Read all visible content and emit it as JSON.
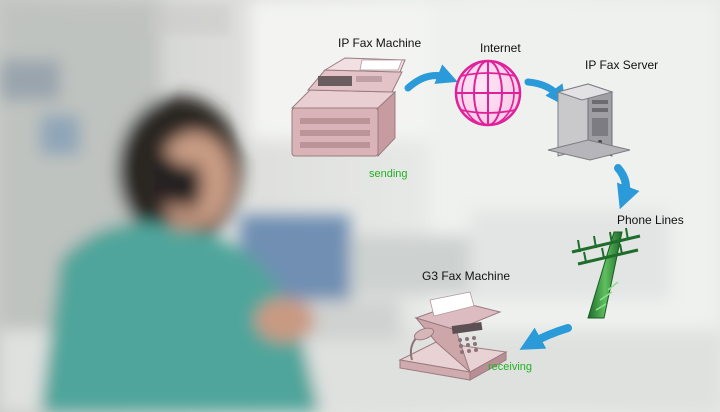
{
  "labels": {
    "ip_fax_machine": "IP Fax Machine",
    "internet": "Internet",
    "ip_fax_server": "IP Fax Server",
    "phone_lines": "Phone Lines",
    "g3_fax_machine": "G3 Fax Machine",
    "sending": "sending",
    "receiving": "receiving"
  },
  "icons": [
    "ip-fax-machine-icon",
    "globe-icon",
    "server-tower-icon",
    "phone-pole-icon",
    "g3-fax-machine-icon",
    "flow-arrow-icon"
  ],
  "colors": {
    "arrow": "#2a9ad8",
    "globe": "#e0229a",
    "fax_body": "#e6c4c7",
    "pole": "#2f8a3a",
    "status_text": "#22b022"
  }
}
